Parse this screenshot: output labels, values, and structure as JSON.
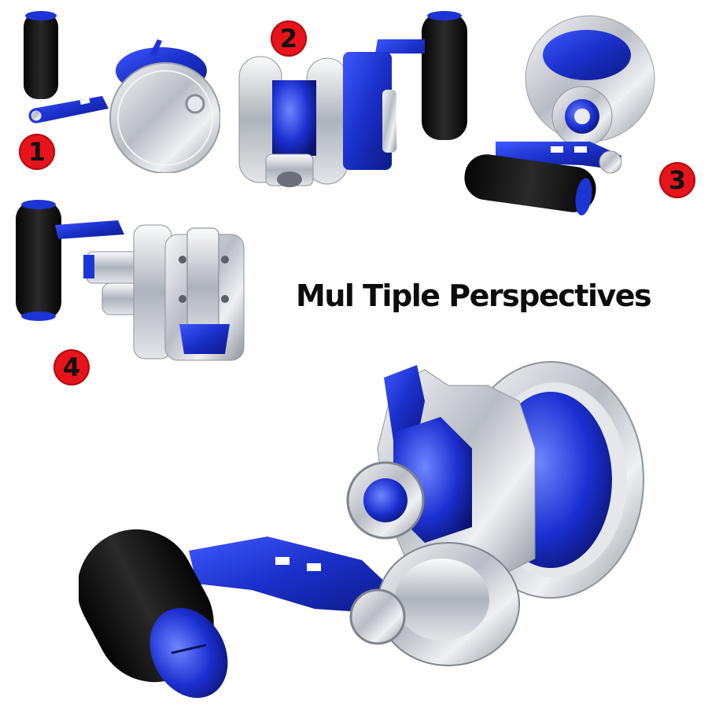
{
  "headline": "Mul Tiple Perspectives",
  "views": [
    {
      "number": "1"
    },
    {
      "number": "2"
    },
    {
      "number": "3"
    },
    {
      "number": "4"
    }
  ],
  "colors": {
    "badge": "#e8141b",
    "accent_blue": "#1d35d6",
    "silver": "#c9ccd2",
    "grip": "#141414"
  }
}
